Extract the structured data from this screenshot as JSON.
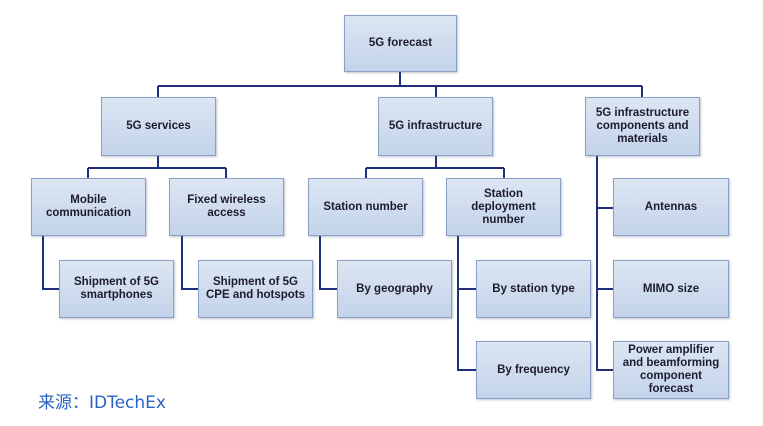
{
  "diagram": {
    "root": "5G forecast",
    "services": {
      "title": "5G services",
      "mobile": "Mobile\ncommunication",
      "fixed": "Fixed wireless\naccess",
      "shipment_smartphones": "Shipment of 5G\nsmartphones",
      "shipment_cpe": "Shipment of 5G\nCPE and hotspots"
    },
    "infrastructure": {
      "title": "5G infrastructure",
      "station_number": "Station number",
      "station_deployment": "Station\ndeployment\nnumber",
      "by_geography": "By geography",
      "by_station_type": "By station type",
      "by_frequency": "By frequency"
    },
    "components": {
      "title": "5G infrastructure\ncomponents and\nmaterials",
      "antennas": "Antennas",
      "mimo": "MIMO size",
      "power_amplifier": "Power amplifier\nand beamforming\ncomponent\nforecast"
    }
  },
  "source": "来源：IDTechEx",
  "colors": {
    "node_fill_top": "#dce6f3",
    "node_fill_bottom": "#c4d3ea",
    "connector": "#1f2f7a",
    "source_text": "#2a63c4"
  }
}
